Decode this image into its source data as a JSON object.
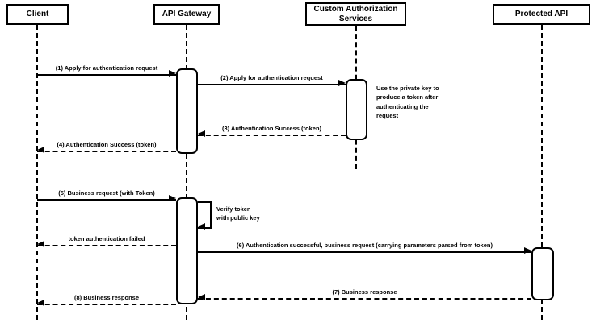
{
  "diagram": {
    "type": "uml-sequence-diagram",
    "colors": {
      "stroke": "#000000",
      "fill": "#ffffff",
      "background": "#ffffff"
    },
    "actors": [
      {
        "name": "Client"
      },
      {
        "name": "API Gateway"
      },
      {
        "name": "Custom Authorization Services"
      },
      {
        "name": "Protected API"
      }
    ],
    "messages": [
      {
        "label": "(1) Apply for authentication request",
        "from": "Client",
        "to": "API Gateway",
        "style": "solid"
      },
      {
        "label": "(2) Apply for authentication request",
        "from": "API Gateway",
        "to": "Custom Authorization Services",
        "style": "solid"
      },
      {
        "label": "(3) Authentication Success (token)",
        "from": "Custom Authorization Services",
        "to": "API Gateway",
        "style": "dashed-return"
      },
      {
        "label": "(4) Authentication Success (token)",
        "from": "API Gateway",
        "to": "Client",
        "style": "dashed-return"
      },
      {
        "label": "(5) Business request (with Token)",
        "from": "Client",
        "to": "API Gateway",
        "style": "solid"
      },
      {
        "label": "token authentication failed",
        "from": "API Gateway",
        "to": "Client",
        "style": "dashed-return"
      },
      {
        "label": "(6) Authentication successful, business request (carrying parameters parsed from token)",
        "from": "API Gateway",
        "to": "Protected API",
        "style": "solid"
      },
      {
        "label": "(7) Business response",
        "from": "Protected API",
        "to": "API Gateway",
        "style": "dashed-return"
      },
      {
        "label": "(8) Business response",
        "from": "API Gateway",
        "to": "Client",
        "style": "dashed-return"
      }
    ],
    "self_message": {
      "label": "Verify token\nwith public key",
      "actor": "API Gateway",
      "style": "solid-loop"
    },
    "note": {
      "text": "Use the private key to produce a token after authenticating the request",
      "attached_to": "Custom Authorization Services"
    }
  }
}
